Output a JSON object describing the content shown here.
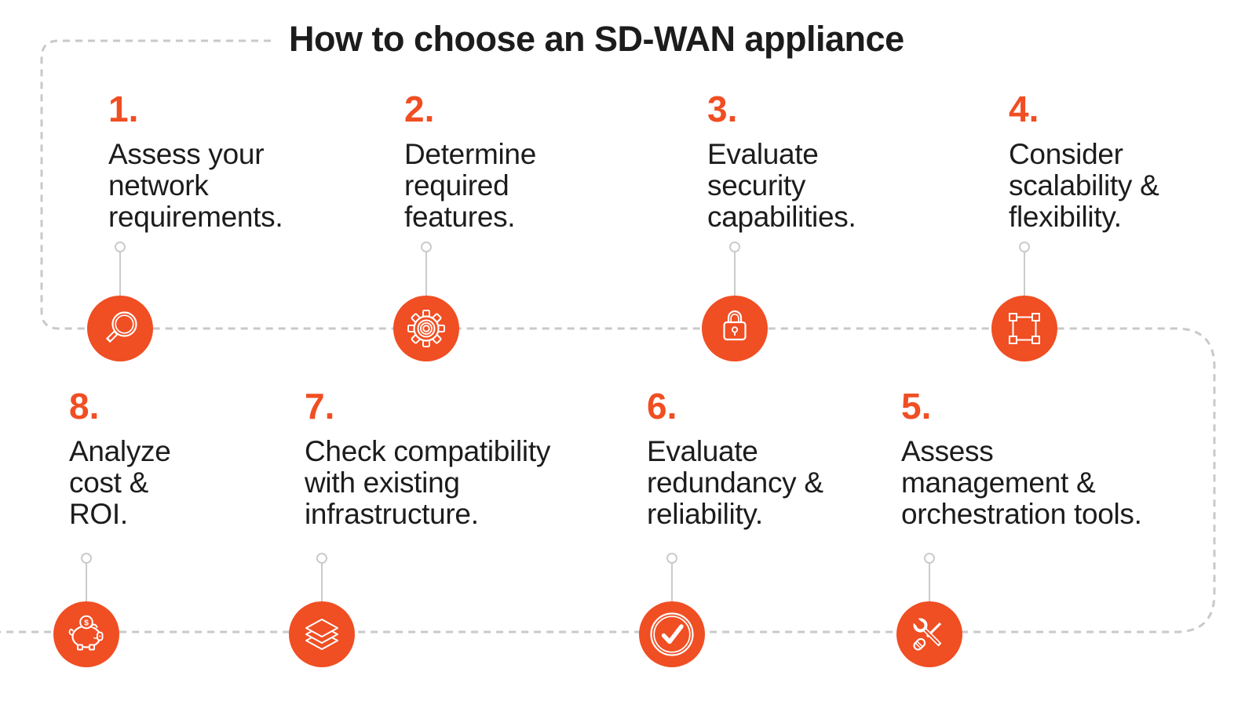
{
  "title": "How to choose an SD-WAN appliance",
  "colors": {
    "accent": "#F04E23",
    "ink": "#1C1C1C",
    "line": "#C9C9C9"
  },
  "steps": [
    {
      "number": "1.",
      "lines": [
        "Assess your",
        "network",
        "requirements."
      ],
      "icon": "search-icon"
    },
    {
      "number": "2.",
      "lines": [
        "Determine",
        "required",
        "features."
      ],
      "icon": "gear-icon"
    },
    {
      "number": "3.",
      "lines": [
        "Evaluate",
        "security",
        "capabilities."
      ],
      "icon": "lock-icon"
    },
    {
      "number": "4.",
      "lines": [
        "Consider",
        "scalability &",
        "flexibility."
      ],
      "icon": "scale-handles-icon"
    },
    {
      "number": "5.",
      "lines": [
        "Assess",
        "management &",
        "orchestration tools."
      ],
      "icon": "tools-icon"
    },
    {
      "number": "6.",
      "lines": [
        "Evaluate",
        "redundancy &",
        "reliability."
      ],
      "icon": "check-circle-icon"
    },
    {
      "number": "7.",
      "lines": [
        "Check compatibility",
        "with existing",
        "infrastructure."
      ],
      "icon": "layers-icon"
    },
    {
      "number": "8.",
      "lines": [
        "Analyze",
        "cost &",
        "ROI."
      ],
      "icon": "piggy-bank-icon"
    }
  ]
}
